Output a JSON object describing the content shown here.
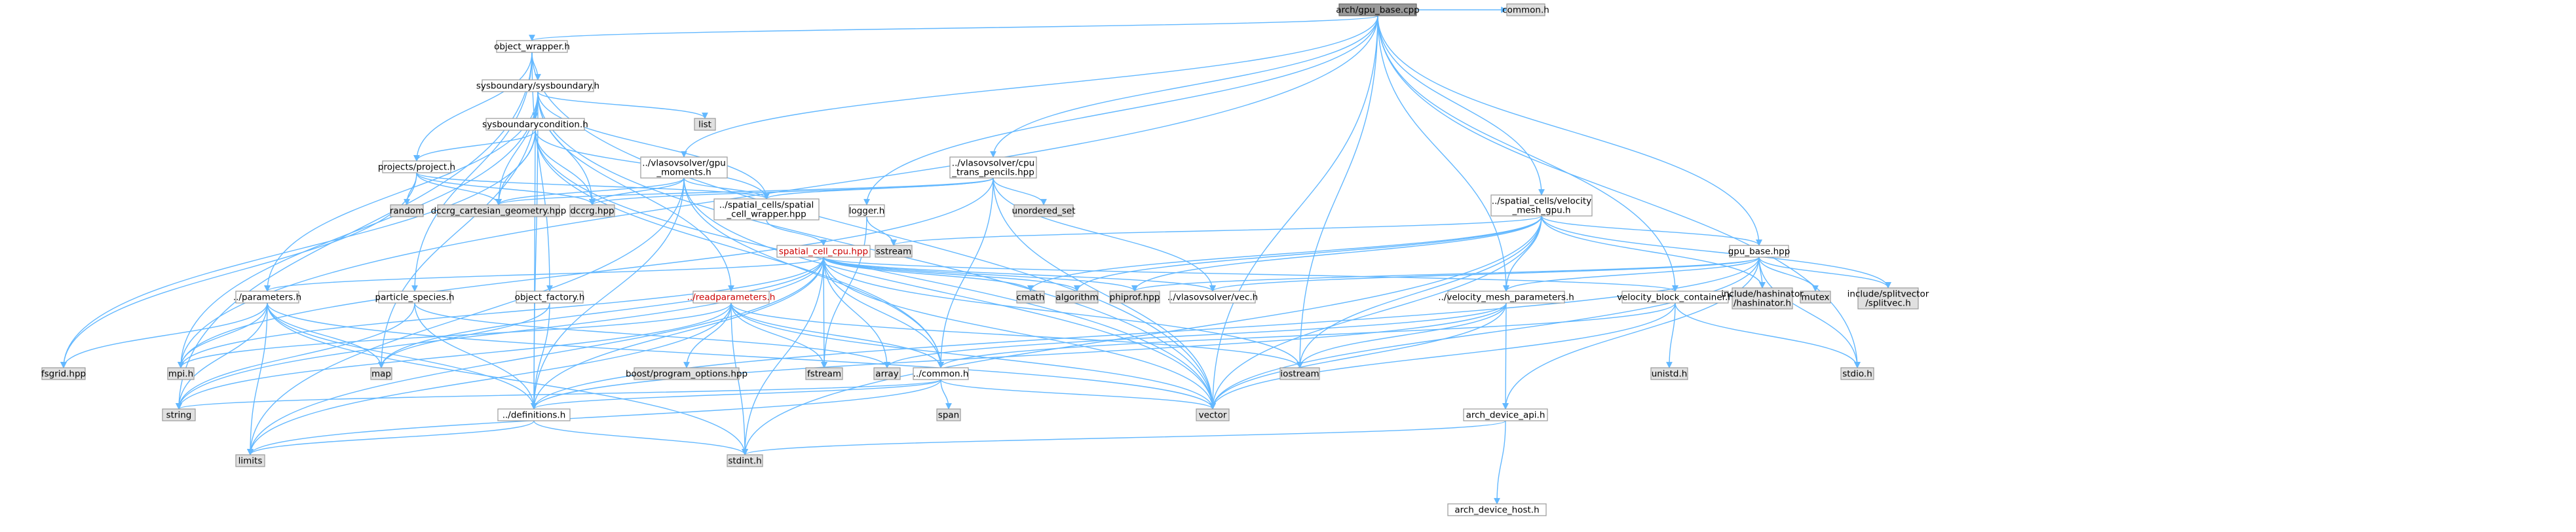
{
  "title": "arch/gpu_base.cpp",
  "nodes": {
    "root": "arch/gpu_base.cpp",
    "common_h": "common.h",
    "object_wrapper": "object_wrapper.h",
    "sysboundary": "sysboundary/sysboundary.h",
    "list": "list",
    "sysboundarycondition": "sysboundarycondition.h",
    "projects_project": "projects/project.h",
    "random": "random",
    "dccrg_cartesian": "dccrg_cartesian_geometry.hpp",
    "dccrg_hpp": "dccrg.hpp",
    "vlasov_gpu_moments": [
      "../vlasovsolver/gpu",
      "_moments.h"
    ],
    "spatial_cell_wrapper": [
      "../spatial_cells/spatial",
      "_cell_wrapper.hpp"
    ],
    "vlasov_cpu_trans": [
      "../vlasovsolver/cpu",
      "_trans_pencils.hpp"
    ],
    "unordered_set": "unordered_set",
    "logger": "logger.h",
    "sstream": "sstream",
    "spatial_cell_cpu": "spatial_cell_cpu.hpp",
    "velocity_mesh_gpu": [
      "../spatial_cells/velocity",
      "_mesh_gpu.h"
    ],
    "gpu_base_hpp": "gpu_base.hpp",
    "parameters": "../parameters.h",
    "particle_species": "particle_species.h",
    "object_factory": "object_factory.h",
    "readparameters": "../readparameters.h",
    "cmath": "cmath",
    "algorithm": "algorithm",
    "phiprof": "phiprof.hpp",
    "vlasov_vec": "../vlasovsolver/vec.h",
    "velocity_mesh_params": "../velocity_mesh_parameters.h",
    "velocity_block_container": "velocity_block_container.h",
    "mutex": "mutex",
    "hashinator": [
      "include/hashinator",
      "/hashinator.h"
    ],
    "splitvec": [
      "include/splitvector",
      "/splitvec.h"
    ],
    "fsgrid": "fsgrid.hpp",
    "mpi_h": "mpi.h",
    "map": "map",
    "boost_po": "boost/program_options.hpp",
    "fstream": "fstream",
    "array": "array",
    "common_rel": "../common.h",
    "iostream": "iostream",
    "unistd": "unistd.h",
    "stdio": "stdio.h",
    "string": "string",
    "definitions": "../definitions.h",
    "span": "span",
    "vector": "vector",
    "arch_device_api": "arch_device_api.h",
    "limits": "limits",
    "stdint": "stdint.h",
    "arch_device_host": "arch_device_host.h"
  },
  "styles": {
    "edge_color": "#63b8ff",
    "root_fill": "#999999",
    "external_fill": "#e0e0e0",
    "normal_fill": "#ffffff",
    "highlight_text": "#cc0000",
    "border": "#999999"
  }
}
